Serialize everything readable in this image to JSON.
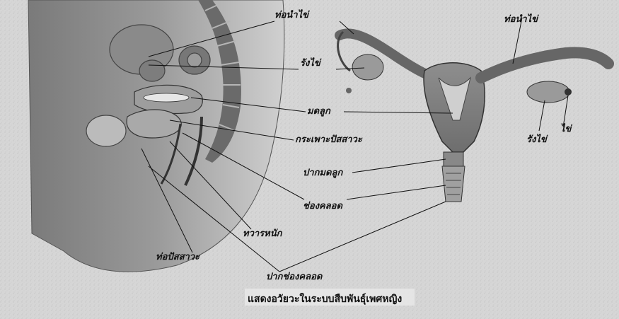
{
  "labels": {
    "fallopian_tube_left": "ท่อนำไข่",
    "ovary_left": "รังไข่",
    "uterus": "มดลูก",
    "bladder": "กระเพาะปัสสาวะ",
    "cervix": "ปากมดลูก",
    "vagina": "ช่องคลอด",
    "anus": "ทวารหนัก",
    "urethra": "ท่อปัสสาวะ",
    "vaginal_opening": "ปากช่องคลอด",
    "fallopian_tube_right": "ท่อนำไข่",
    "ovary_right": "รังไข่",
    "egg": "ไข่"
  },
  "caption": "แสดงอวัยวะในระบบสืบพันธุ์เพศหญิง"
}
